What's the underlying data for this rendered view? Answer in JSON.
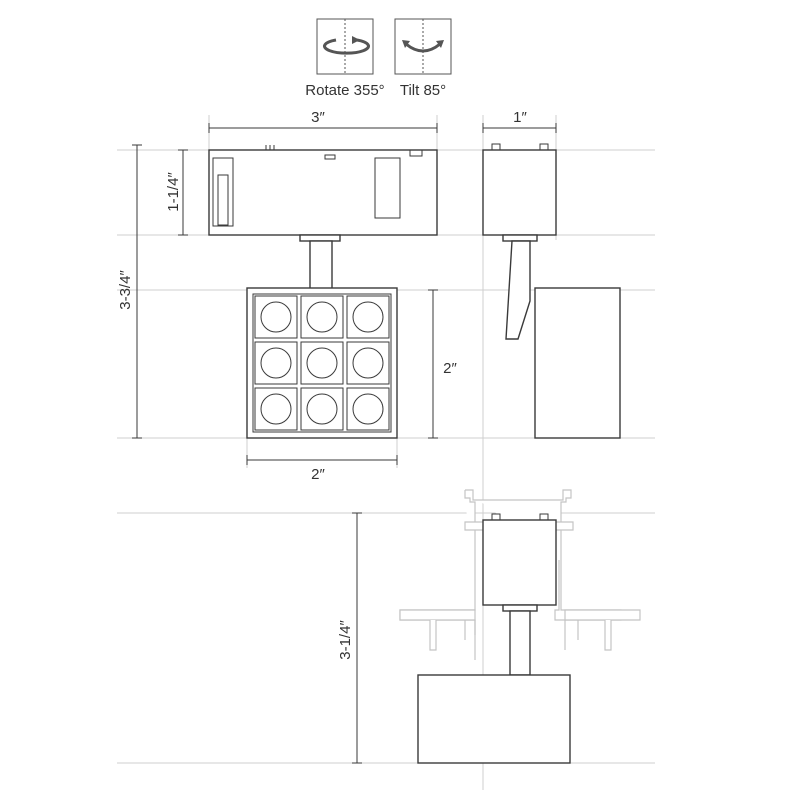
{
  "icons": {
    "rotate_label": "Rotate 355°",
    "tilt_label": "Tilt 85°"
  },
  "dimensions": {
    "front_width": "3″",
    "side_width": "1″",
    "adapter_height": "1-1/4″",
    "total_height": "3-3/4″",
    "head_height": "2″",
    "head_width": "2″",
    "recessed_height": "3-1/4″"
  }
}
